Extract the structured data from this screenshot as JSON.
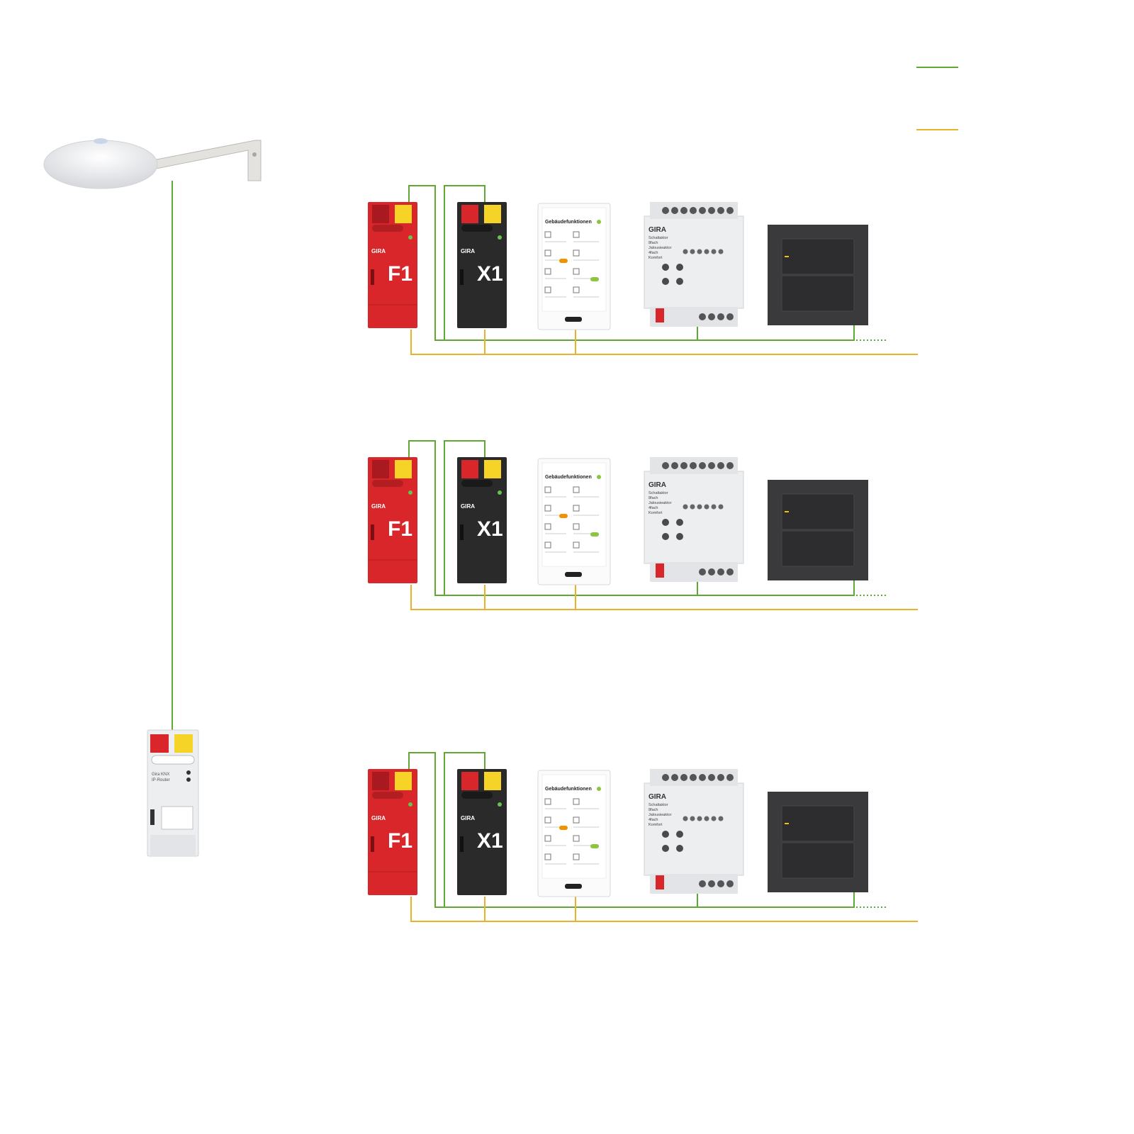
{
  "colors": {
    "bus_green": "#5fa832",
    "bus_yellow": "#e8b12b",
    "f1_red": "#d9262b",
    "x1_black": "#2a2a2a",
    "switch_anthracite": "#3a3a3c",
    "indicator_yellow": "#f2c200"
  },
  "legend": [
    {
      "icon": "green-line-icon",
      "color": "#5fa832"
    },
    {
      "icon": "yellow-line-icon",
      "color": "#e8b12b"
    }
  ],
  "antenna": {
    "icon": "gps-antenna-icon"
  },
  "ip_router": {
    "icon": "ip-router-icon",
    "label_lines": [
      "Gira KNX",
      "IP-Router"
    ]
  },
  "rows": [
    {
      "f1": {
        "label": "F1",
        "brand": "GIRA"
      },
      "x1": {
        "label": "X1",
        "brand": "GIRA"
      },
      "panel": {
        "title": "Gebäudefunktionen"
      },
      "actuator": {
        "brand": "GIRA",
        "desc": [
          "Schaltaktor",
          "8fach",
          "Jalousieaktor",
          "4fach",
          "Komfort"
        ]
      },
      "switch": {
        "icon": "push-button-switch-icon"
      }
    },
    {
      "f1": {
        "label": "F1",
        "brand": "GIRA"
      },
      "x1": {
        "label": "X1",
        "brand": "GIRA"
      },
      "panel": {
        "title": "Gebäudefunktionen"
      },
      "actuator": {
        "brand": "GIRA",
        "desc": [
          "Schaltaktor",
          "8fach",
          "Jalousieaktor",
          "4fach",
          "Komfort"
        ]
      },
      "switch": {
        "icon": "push-button-switch-icon"
      }
    },
    {
      "f1": {
        "label": "F1",
        "brand": "GIRA"
      },
      "x1": {
        "label": "X1",
        "brand": "GIRA"
      },
      "panel": {
        "title": "Gebäudefunktionen"
      },
      "actuator": {
        "brand": "GIRA",
        "desc": [
          "Schaltaktor",
          "8fach",
          "Jalousieaktor",
          "4fach",
          "Komfort"
        ]
      },
      "switch": {
        "icon": "push-button-switch-icon"
      }
    }
  ]
}
